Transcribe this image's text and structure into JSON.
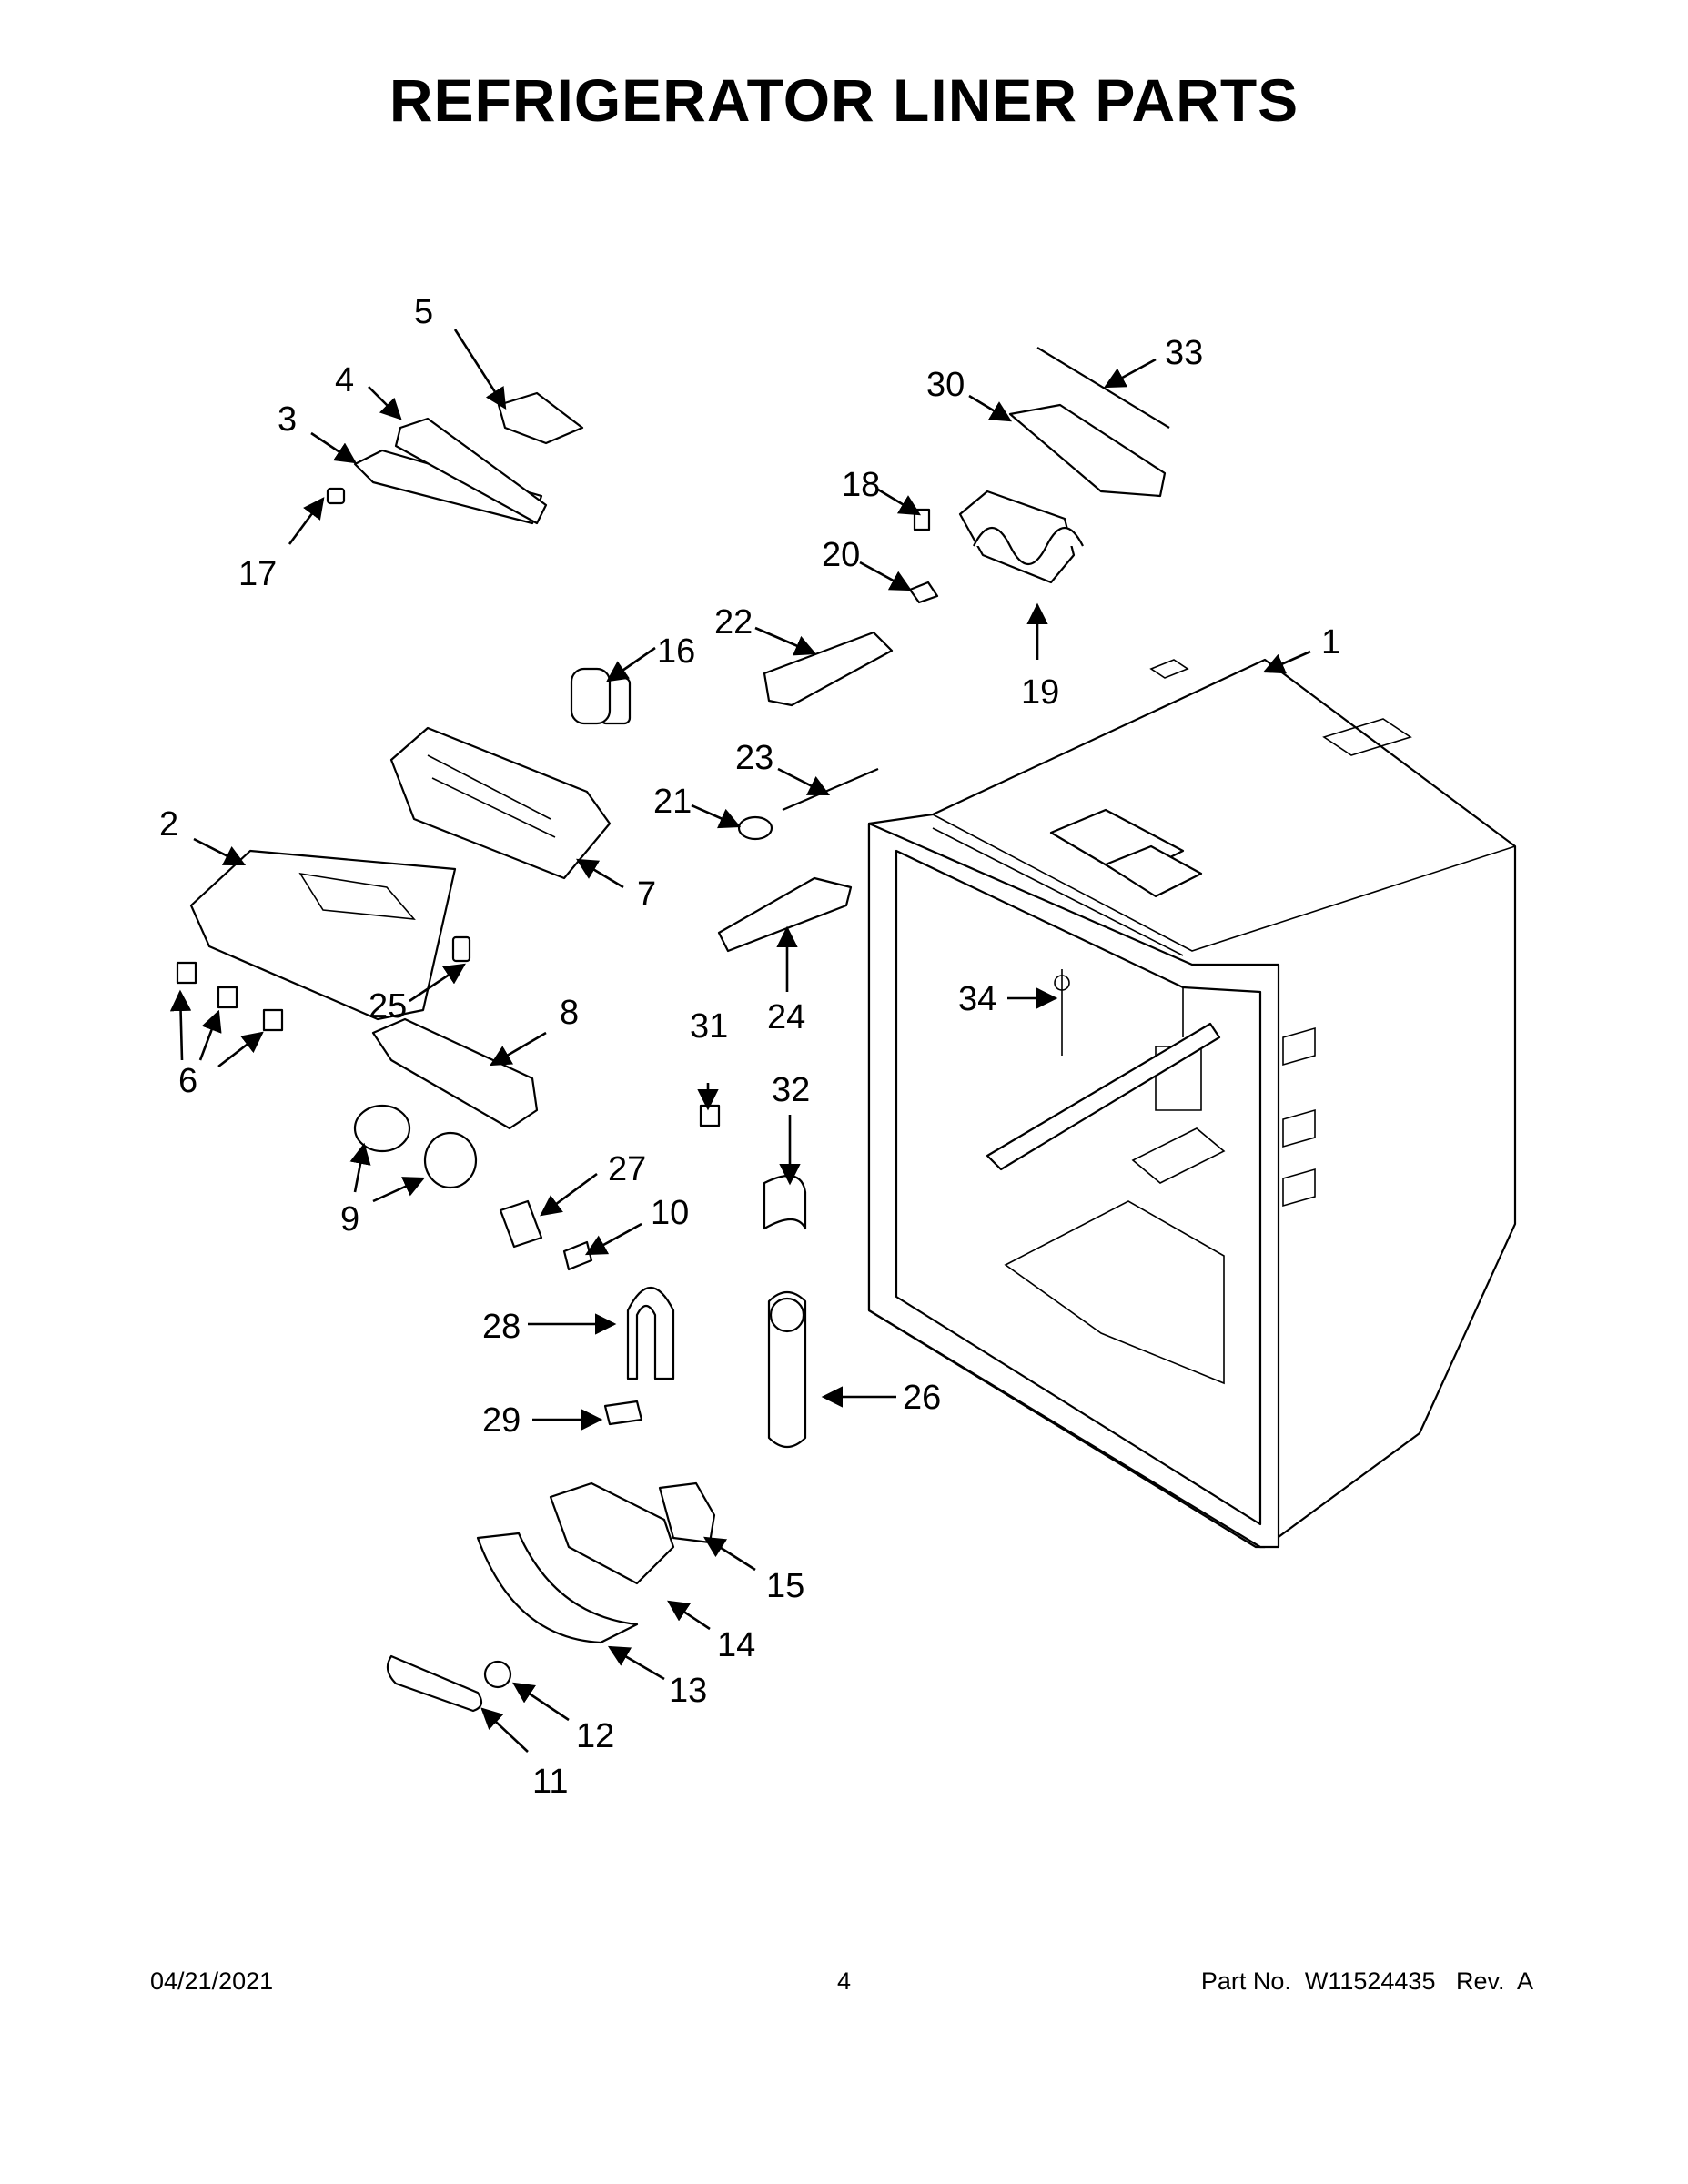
{
  "title": "REFRIGERATOR LINER PARTS",
  "footer": {
    "date": "04/21/2021",
    "page": "4",
    "part_no": "Part No.  W11524435   Rev.  A"
  },
  "callouts": [
    {
      "id": "c1",
      "label": "1"
    },
    {
      "id": "c2",
      "label": "2"
    },
    {
      "id": "c3",
      "label": "3"
    },
    {
      "id": "c4",
      "label": "4"
    },
    {
      "id": "c5",
      "label": "5"
    },
    {
      "id": "c6",
      "label": "6"
    },
    {
      "id": "c7",
      "label": "7"
    },
    {
      "id": "c8",
      "label": "8"
    },
    {
      "id": "c9",
      "label": "9"
    },
    {
      "id": "c10",
      "label": "10"
    },
    {
      "id": "c11",
      "label": "11"
    },
    {
      "id": "c12",
      "label": "12"
    },
    {
      "id": "c13",
      "label": "13"
    },
    {
      "id": "c14",
      "label": "14"
    },
    {
      "id": "c15",
      "label": "15"
    },
    {
      "id": "c16",
      "label": "16"
    },
    {
      "id": "c17",
      "label": "17"
    },
    {
      "id": "c18",
      "label": "18"
    },
    {
      "id": "c19",
      "label": "19"
    },
    {
      "id": "c20",
      "label": "20"
    },
    {
      "id": "c21",
      "label": "21"
    },
    {
      "id": "c22",
      "label": "22"
    },
    {
      "id": "c23",
      "label": "23"
    },
    {
      "id": "c24",
      "label": "24"
    },
    {
      "id": "c25",
      "label": "25"
    },
    {
      "id": "c26",
      "label": "26"
    },
    {
      "id": "c27",
      "label": "27"
    },
    {
      "id": "c28",
      "label": "28"
    },
    {
      "id": "c29",
      "label": "29"
    },
    {
      "id": "c30",
      "label": "30"
    },
    {
      "id": "c31",
      "label": "31"
    },
    {
      "id": "c32",
      "label": "32"
    },
    {
      "id": "c33",
      "label": "33"
    },
    {
      "id": "c34",
      "label": "34"
    }
  ]
}
